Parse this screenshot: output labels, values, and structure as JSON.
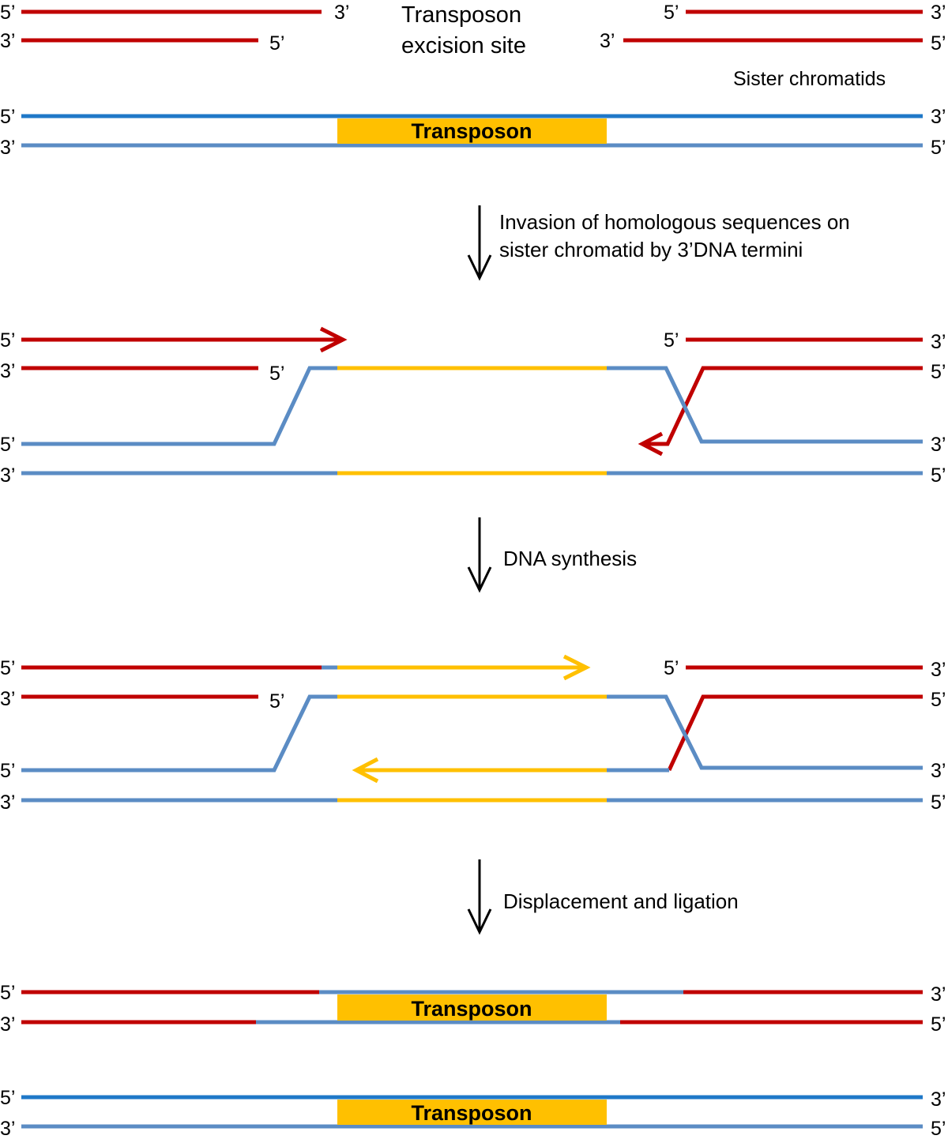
{
  "title": {
    "line1": "Transposon",
    "line2": "excision site"
  },
  "sister_label": "Sister chromatids",
  "transposon_label": "Transposon",
  "ends": {
    "five": "5’",
    "three": "3’"
  },
  "steps": [
    {
      "line1": "Invasion of homologous sequences on",
      "line2": "sister chromatid by 3’DNA termini"
    },
    {
      "line1": "DNA synthesis"
    },
    {
      "line1": "Displacement  and ligation"
    }
  ],
  "colors": {
    "red": "#c00000",
    "blue": "#5b8cc4",
    "blue_dark": "#1f78c8",
    "yellow": "#ffc000",
    "transposon_box": "#ffc000"
  }
}
